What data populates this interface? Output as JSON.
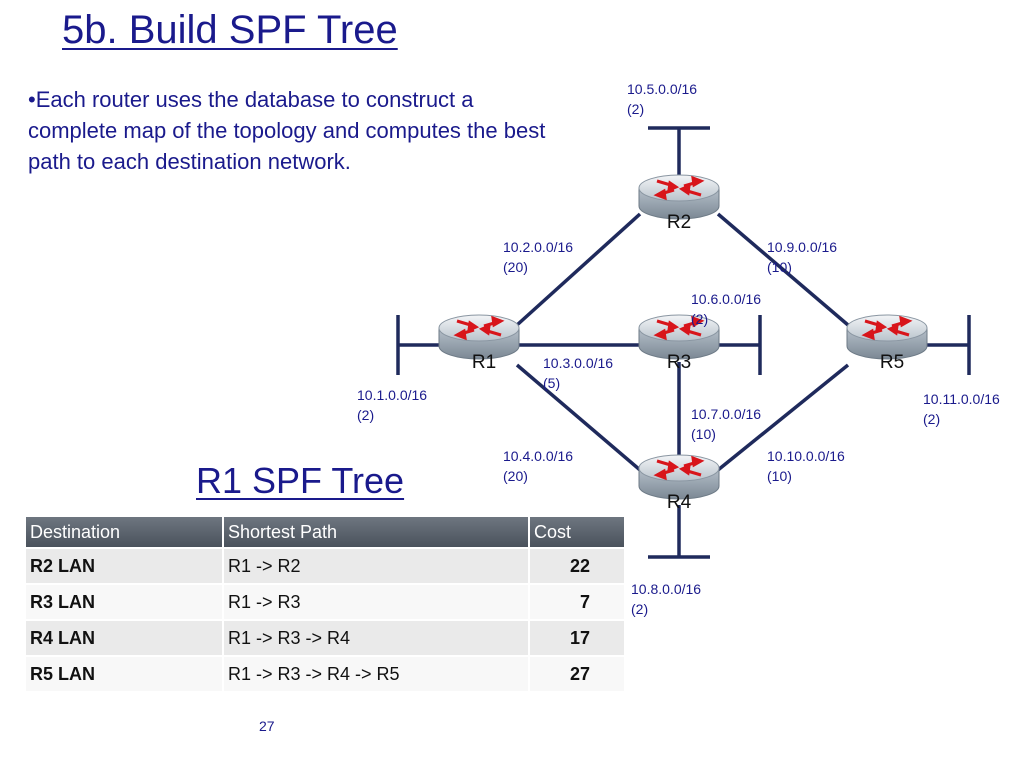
{
  "slide": {
    "title": "5b. Build SPF Tree",
    "bullet": "•Each router uses the database to construct a complete map of the topology and computes the best path to each destination network.",
    "subtitle": "R1 SPF Tree",
    "page_number": "27"
  },
  "diagram": {
    "routers": [
      "R1",
      "R2",
      "R3",
      "R4",
      "R5"
    ],
    "networks": [
      {
        "net": "10.5.0.0/16",
        "cost": "(2)"
      },
      {
        "net": "10.2.0.0/16",
        "cost": "(20)"
      },
      {
        "net": "10.9.0.0/16",
        "cost": "(10)"
      },
      {
        "net": "10.6.0.0/16",
        "cost": "(2)"
      },
      {
        "net": "10.3.0.0/16",
        "cost": "(5)"
      },
      {
        "net": "10.1.0.0/16",
        "cost": "(2)"
      },
      {
        "net": "10.11.0.0/16",
        "cost": "(2)"
      },
      {
        "net": "10.7.0.0/16",
        "cost": "(10)"
      },
      {
        "net": "10.4.0.0/16",
        "cost": "(20)"
      },
      {
        "net": "10.10.0.0/16",
        "cost": "(10)"
      },
      {
        "net": "10.8.0.0/16",
        "cost": "(2)"
      }
    ],
    "colors": {
      "router_body": "#9aa7b3",
      "router_arrow": "#d8151b",
      "link": "#1f2a5c",
      "label": "#1a1a8c"
    }
  },
  "table": {
    "headers": [
      "Destination",
      "Shortest Path",
      "Cost"
    ],
    "rows": [
      [
        "R2 LAN",
        "R1 -> R2",
        "22"
      ],
      [
        "R3 LAN",
        "R1 -> R3",
        "7"
      ],
      [
        "R4 LAN",
        "R1 -> R3 -> R4",
        "17"
      ],
      [
        "R5 LAN",
        "R1 -> R3 -> R4 -> R5",
        "27"
      ]
    ]
  }
}
